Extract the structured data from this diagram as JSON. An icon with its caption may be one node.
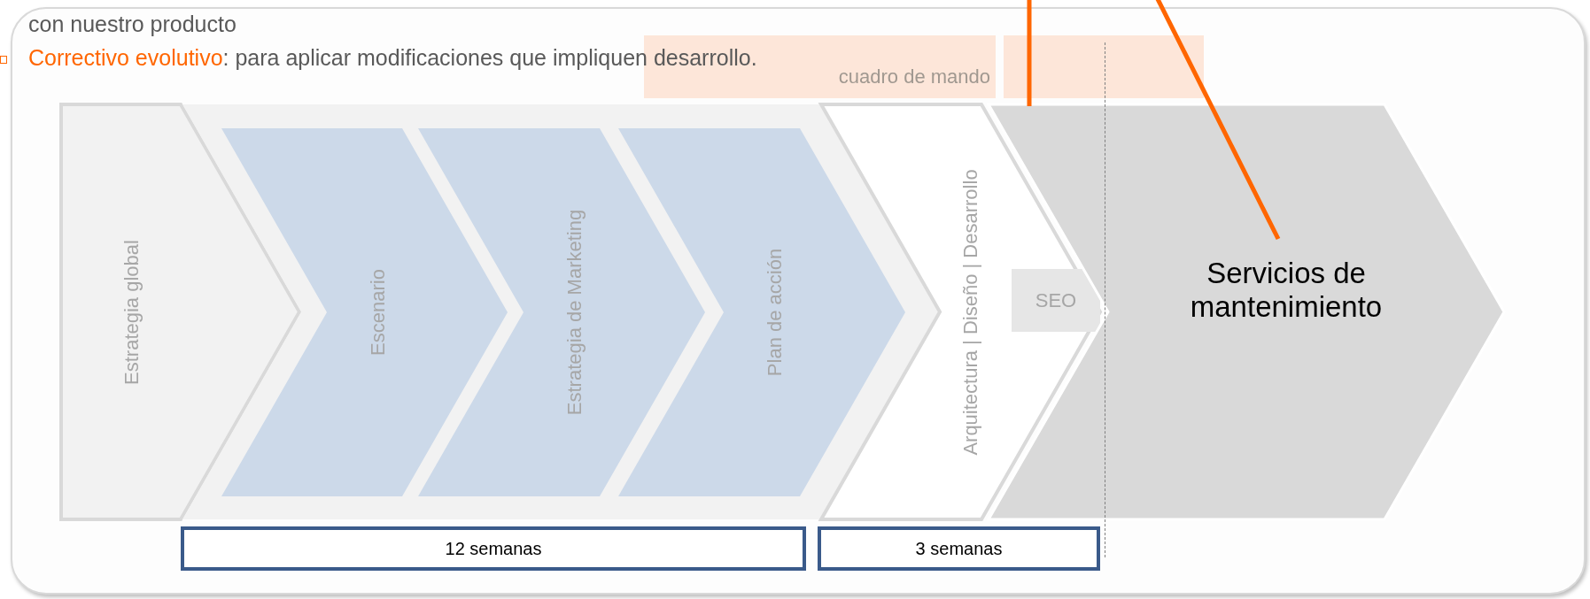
{
  "diagram": {
    "nodes": [
      {
        "text": [
          "cuadro de mando"
        ]
      },
      {
        "text": [],
        "shape": "box"
      },
      {
        "text": [
          "Estrategia global"
        ]
      },
      {
        "text": [],
        "shape": "chevron"
      },
      {
        "text": [
          "Escenario"
        ],
        "in": 3
      },
      {
        "text": [
          "Estrategia de Marketing"
        ],
        "in": 3
      },
      {
        "text": [
          "Plan de acción"
        ],
        "in": 3
      },
      {
        "text": [
          "Arquitectura | Diseño | Desarrollo"
        ]
      },
      {
        "text": [
          "SEO"
        ],
        "in": 7
      },
      {
        "text": [
          "Servicios de mantenimiento"
        ]
      },
      {
        "text": [
          "12 semanas"
        ]
      },
      {
        "text": [
          "3 semanas"
        ]
      }
    ],
    "edges": [
      {
        "from": null,
        "to": 9,
        "arrow": "none"
      },
      {
        "from": null,
        "to": 9,
        "arrow": "none"
      }
    ],
    "labels": [
      "con nuestro producto",
      "Correctivo evolutivo",
      ": para aplicar modificaciones que impliquen desarrollo."
    ]
  }
}
